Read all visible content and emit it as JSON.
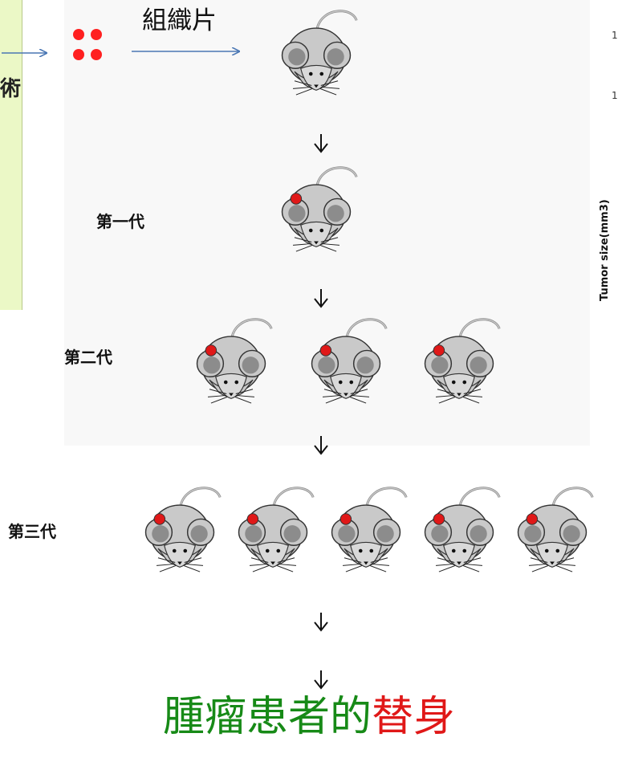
{
  "side_panel": {
    "text": "術"
  },
  "tissue_label": "組織片",
  "generations": [
    {
      "label": "第一代",
      "mouse_count": 1
    },
    {
      "label": "第二代",
      "mouse_count": 3
    },
    {
      "label": "第三代",
      "mouse_count": 5
    }
  ],
  "chart_fragment": {
    "ylabel": "Tumor size(mm3)",
    "tick_labels": [
      "1",
      "1"
    ]
  },
  "result": {
    "part1": "腫瘤患者的",
    "part2": "替身"
  },
  "colors": {
    "panel_green": "#ebf8c6",
    "arrow_blue": "#4a77b4",
    "tumor_red": "#e01818",
    "result_green": "#178a17",
    "result_red": "#e01818",
    "mouse_gray": "#c9c9c9"
  },
  "icons": [
    "mouse-icon",
    "tumor-dot-icon",
    "down-arrow-icon",
    "right-arrow-icon"
  ]
}
